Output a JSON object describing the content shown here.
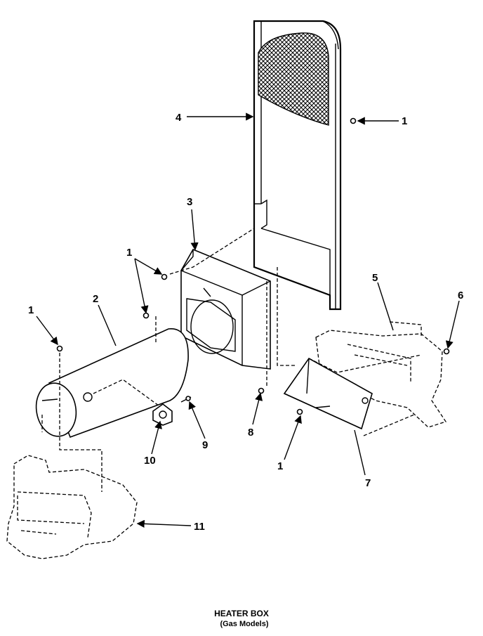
{
  "caption": {
    "line1": "HEATER BOX",
    "line2": "(Gas Models)"
  },
  "callouts": [
    {
      "id": "c1a",
      "text": "1"
    },
    {
      "id": "c1b",
      "text": "1"
    },
    {
      "id": "c1c",
      "text": "1"
    },
    {
      "id": "c1d",
      "text": "1"
    },
    {
      "id": "c2",
      "text": "2"
    },
    {
      "id": "c3",
      "text": "3"
    },
    {
      "id": "c4",
      "text": "4"
    },
    {
      "id": "c5",
      "text": "5"
    },
    {
      "id": "c6",
      "text": "6"
    },
    {
      "id": "c7",
      "text": "7"
    },
    {
      "id": "c8",
      "text": "8"
    },
    {
      "id": "c9",
      "text": "9"
    },
    {
      "id": "c10",
      "text": "10"
    },
    {
      "id": "c11",
      "text": "11"
    }
  ]
}
